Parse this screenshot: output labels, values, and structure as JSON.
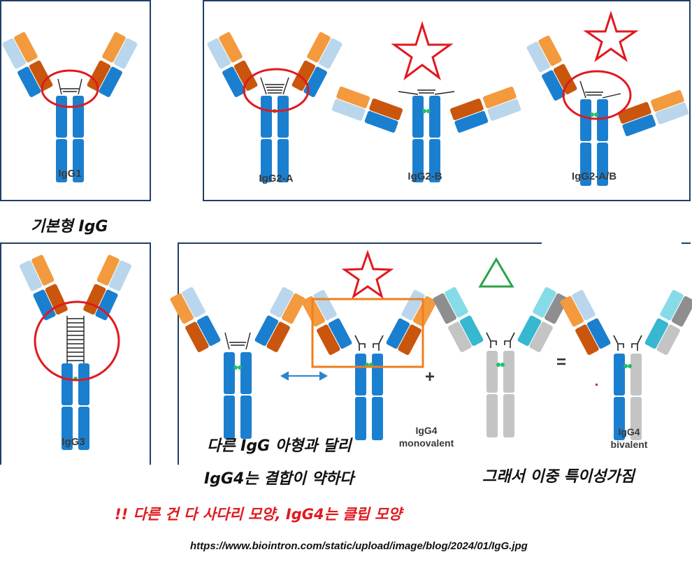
{
  "colors": {
    "light_blue": "#b9d6ec",
    "orange": "#f39a3e",
    "blue": "#1b7fd0",
    "dark_orange": "#c9560c",
    "teal": "#37b7d0",
    "light_teal": "#86dbe8",
    "gray": "#c4c4c4",
    "dark_gray": "#8e8e8e",
    "green": "#1fc06a",
    "red": "#e0191f",
    "box_orange": "#f07e1c",
    "triangle_green": "#2aa34a"
  },
  "labels": {
    "igg1": "IgG1",
    "igg2a": "IgG2-A",
    "igg2b": "IgG2-B",
    "igg2ab": "IgG2-A/B",
    "igg3": "IgG3",
    "igg4_mono_line1": "IgG4",
    "igg4_mono_line2": "monovalent",
    "igg4_bi_line1": "IgG4",
    "igg4_bi_line2": "bivalent"
  },
  "operators": {
    "plus": "+",
    "equals": "="
  },
  "notes": {
    "basic_type": "기본형 IgG",
    "line1": "다른 IgG 아형과 달리",
    "line2": "IgG4는 결합이 약하다",
    "bispecific": "그래서 이중 특이성가짐",
    "ladder_clip": "!! 다른 건 다 사다리 모양, IgG4는 클립 모양"
  },
  "source_url": "https://www.biointron.com/static/upload/image/blog/2024/01/IgG.jpg"
}
